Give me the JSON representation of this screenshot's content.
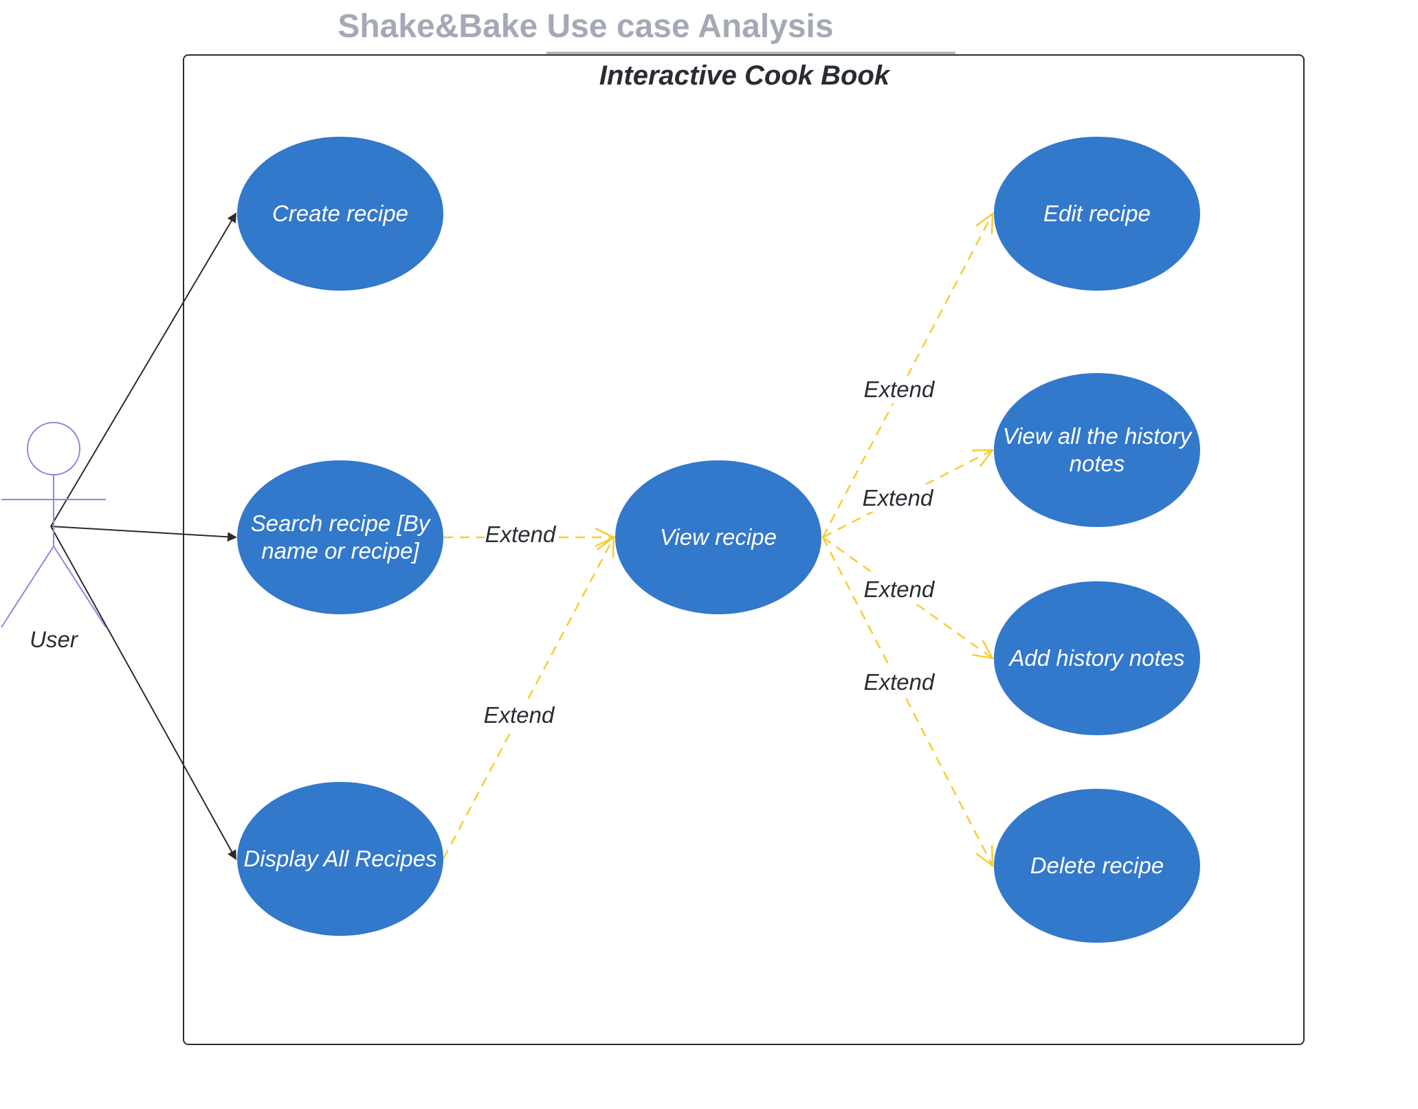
{
  "title": "Shake&Bake Use case Analysis",
  "system": {
    "name": "Interactive Cook Book"
  },
  "actor": {
    "name": "User"
  },
  "use_cases": [
    {
      "id": "create",
      "lines": [
        "Create recipe"
      ]
    },
    {
      "id": "search",
      "lines": [
        "Search recipe [By",
        "name or recipe]"
      ]
    },
    {
      "id": "display",
      "lines": [
        "Display All Recipes"
      ]
    },
    {
      "id": "view",
      "lines": [
        "View recipe"
      ]
    },
    {
      "id": "edit",
      "lines": [
        "Edit recipe"
      ]
    },
    {
      "id": "history",
      "lines": [
        "View all the history",
        "notes"
      ]
    },
    {
      "id": "addnotes",
      "lines": [
        "Add history notes"
      ]
    },
    {
      "id": "delete",
      "lines": [
        "Delete recipe"
      ]
    }
  ],
  "associations": [
    {
      "from": "actor",
      "to": "create"
    },
    {
      "from": "actor",
      "to": "search"
    },
    {
      "from": "actor",
      "to": "display"
    }
  ],
  "extends": [
    {
      "from": "search",
      "to": "view",
      "label": "Extend"
    },
    {
      "from": "display",
      "to": "view",
      "label": "Extend"
    },
    {
      "from": "view",
      "to": "edit",
      "label": "Extend"
    },
    {
      "from": "view",
      "to": "history",
      "label": "Extend"
    },
    {
      "from": "view",
      "to": "addnotes",
      "label": "Extend"
    },
    {
      "from": "view",
      "to": "delete",
      "label": "Extend"
    }
  ],
  "colors": {
    "use_case_fill": "#3278cb",
    "extend_line": "#f7cd2e",
    "association_line": "#2b2b2b",
    "actor_stroke": "#8a87e6",
    "title": "#a3a9b6"
  }
}
